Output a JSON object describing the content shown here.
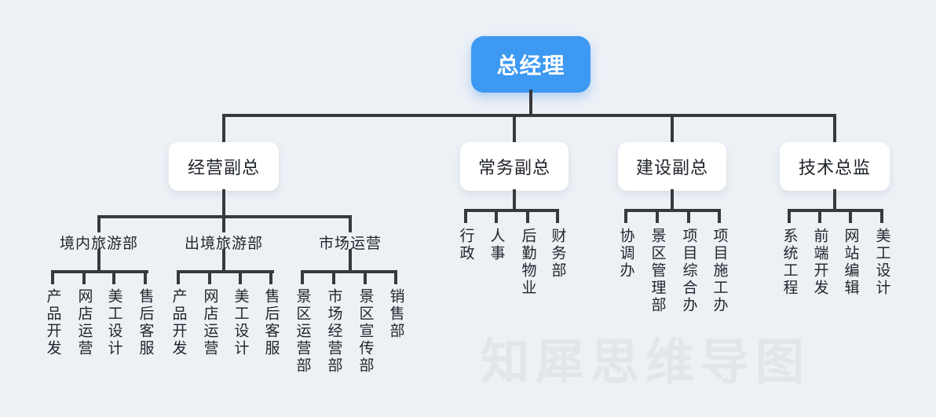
{
  "watermark": {
    "text": "知犀思维导图"
  },
  "colors": {
    "background": "#edf1f6",
    "root_node": "#3d99f2",
    "root_text": "#ffffff",
    "node_background": "#ffffff",
    "node_text": "#20242a",
    "connector": "#38393c",
    "watermark_text": "#e2e5ea"
  },
  "org": {
    "root": {
      "label": "总经理"
    },
    "branches": [
      {
        "label": "经营副总",
        "groups": [
          {
            "label": "境内旅游部",
            "teams": [
              "产品开发",
              "网店运营",
              "美工设计",
              "售后客服"
            ]
          },
          {
            "label": "出境旅游部",
            "teams": [
              "产品开发",
              "网店运营",
              "美工设计",
              "售后客服"
            ]
          },
          {
            "label": "市场运营",
            "teams": [
              "景区运营部",
              "市场经营部",
              "景区宣传部",
              "销售部"
            ]
          }
        ]
      },
      {
        "label": "常务副总",
        "teams": [
          "行政",
          "人事",
          "后勤物业",
          "财务部"
        ]
      },
      {
        "label": "建设副总",
        "teams": [
          "协调办",
          "景区管理部",
          "项目综合办",
          "项目施工办"
        ]
      },
      {
        "label": "技术总监",
        "teams": [
          "系统工程",
          "前端开发",
          "网站编辑",
          "美工设计"
        ]
      }
    ]
  }
}
